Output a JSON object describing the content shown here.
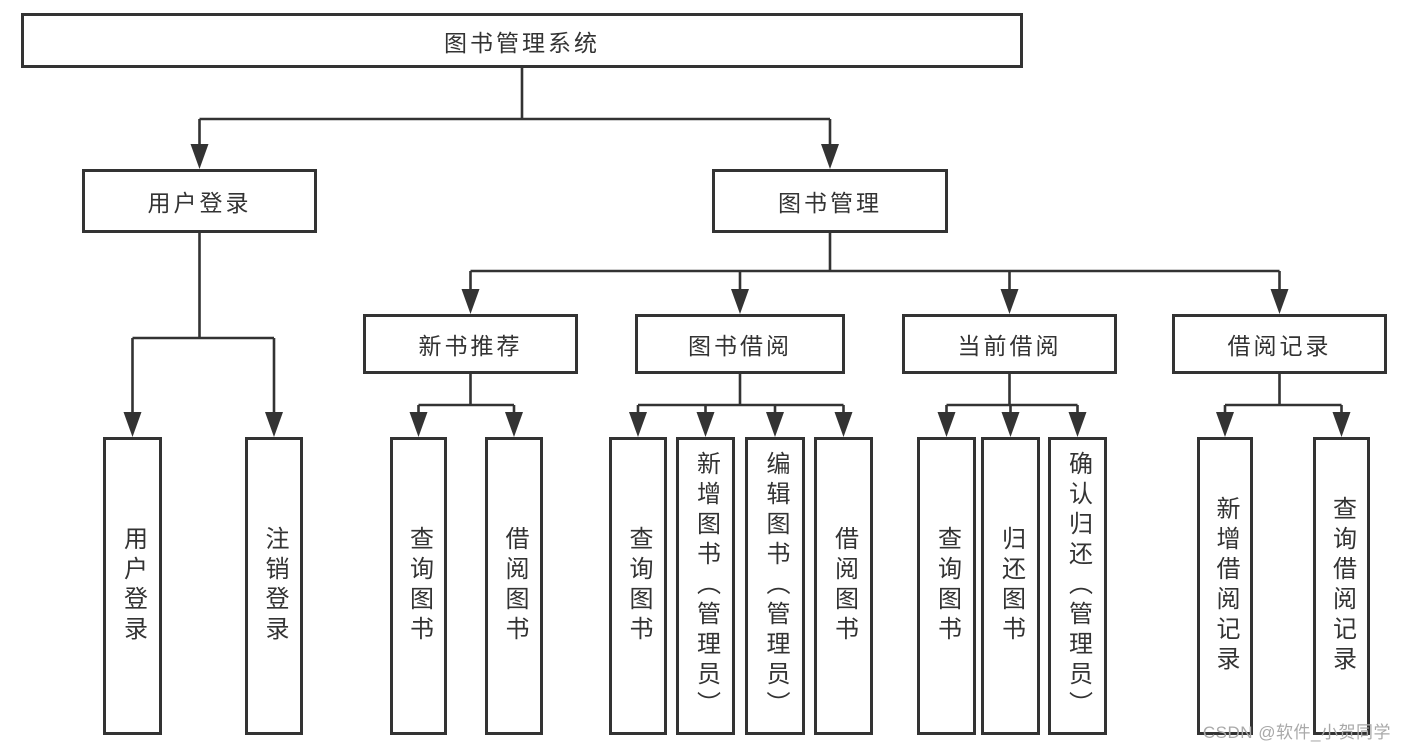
{
  "diagram": {
    "root_label": "图书管理系统",
    "branches": [
      {
        "label": "用户登录",
        "leaves": [
          "用户登录",
          "注销登录"
        ]
      },
      {
        "label": "图书管理",
        "subbranches": [
          {
            "label": "新书推荐",
            "leaves": [
              "查询图书",
              "借阅图书"
            ]
          },
          {
            "label": "图书借阅",
            "leaves": [
              "查询图书",
              "新增图书（管理员）",
              "编辑图书（管理员）",
              "借阅图书"
            ]
          },
          {
            "label": "当前借阅",
            "leaves": [
              "查询图书",
              "归还图书",
              "确认归还（管理员）"
            ]
          },
          {
            "label": "借阅记录",
            "leaves": [
              "新增借阅记录",
              "查询借阅记录"
            ]
          }
        ]
      }
    ],
    "colors": {
      "line": "#333333",
      "text": "#333333",
      "background": "#ffffff",
      "watermark": "#a9a9a9"
    }
  },
  "watermark": {
    "text": "CSDN @软件_小贺同学"
  }
}
